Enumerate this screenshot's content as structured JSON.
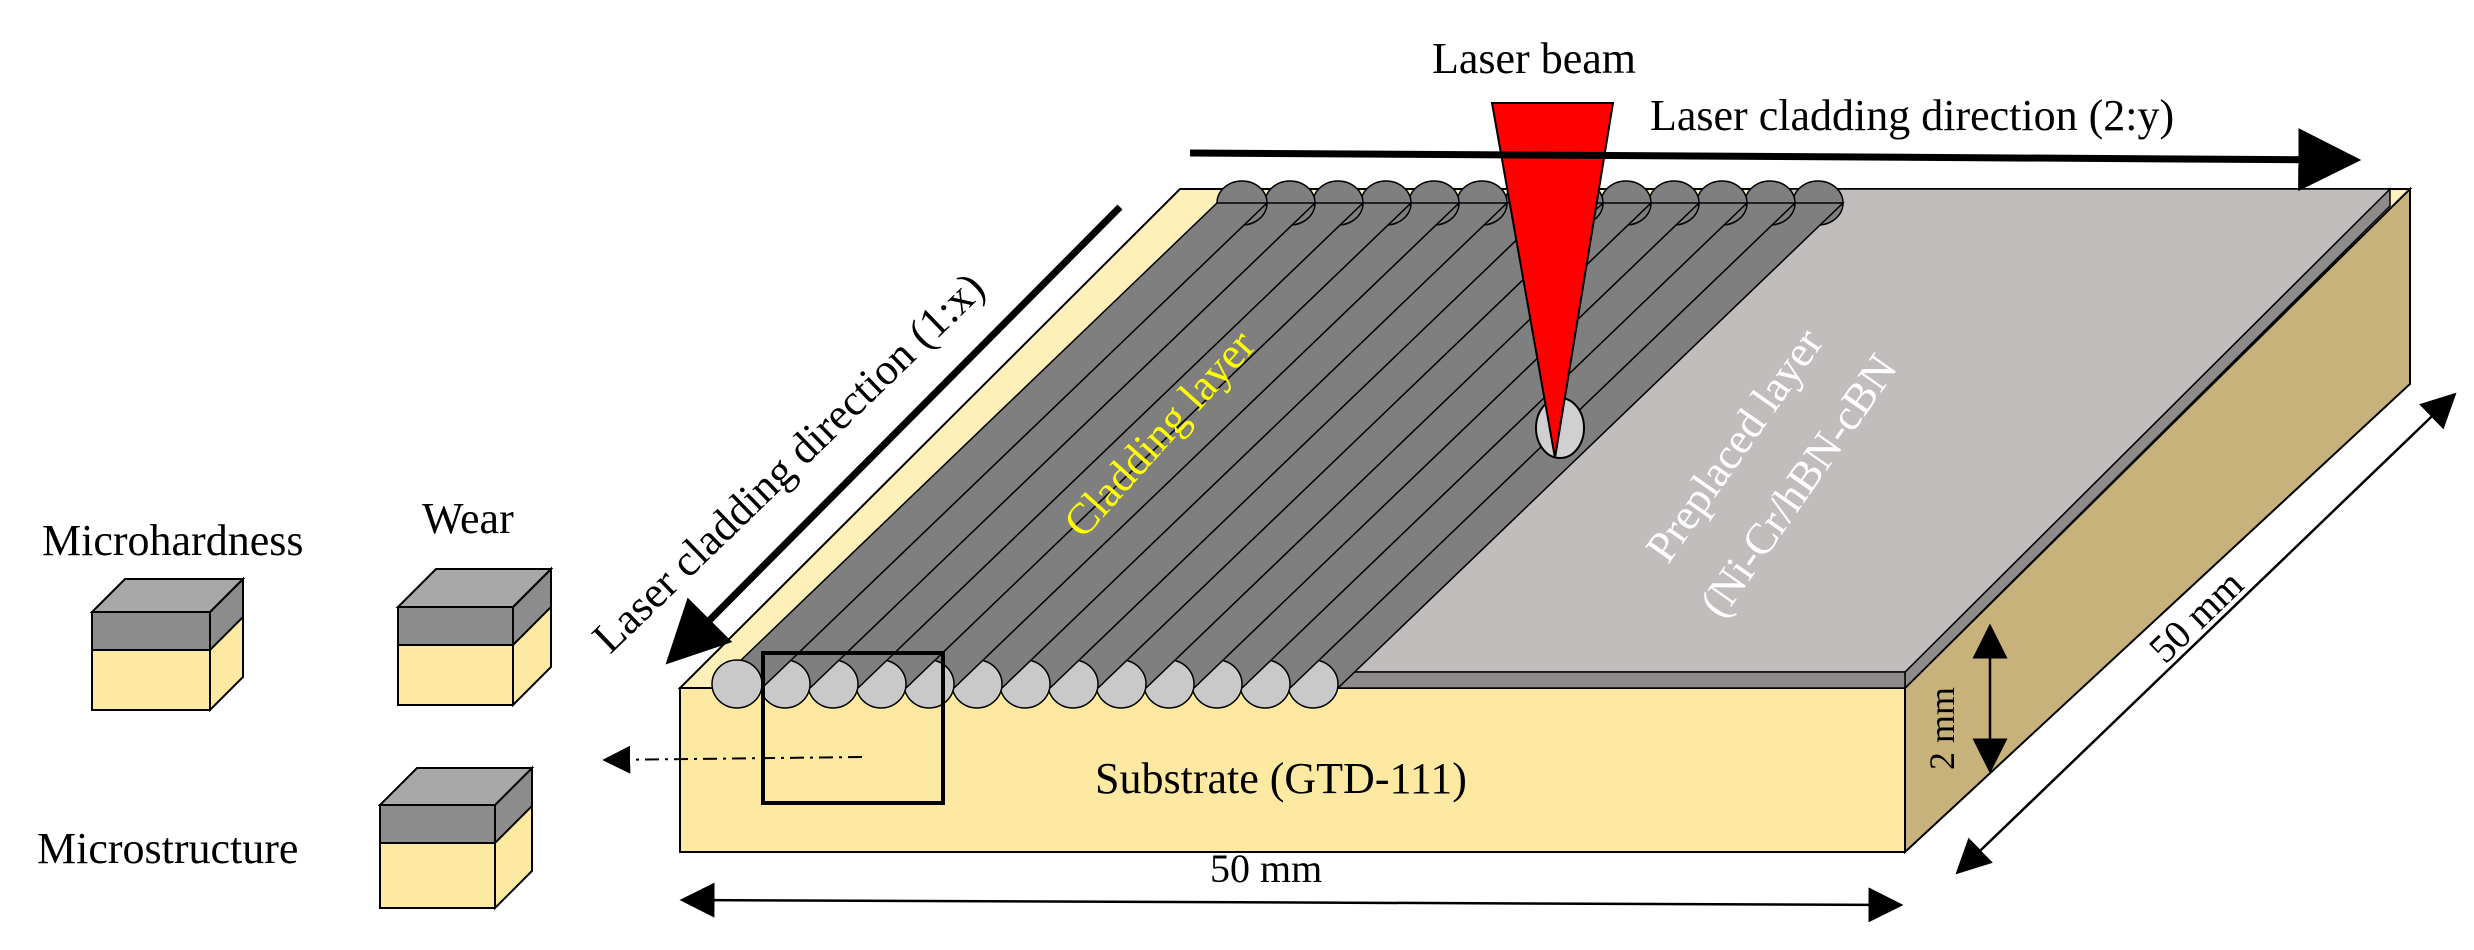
{
  "labels": {
    "laser_beam": "Laser beam",
    "direction_y": "Laser cladding direction (2:y)",
    "direction_x": "Laser cladding direction (1:x)",
    "cladding_layer": "Cladding layer",
    "preplaced_line1": "Preplaced layer",
    "preplaced_line2": "(Ni-Cr/hBN-cBN",
    "substrate": "Substrate (GTD-111)",
    "dim_width": "50 mm",
    "dim_depth": "50 mm",
    "dim_height": "2 mm",
    "microhardness": "Microhardness",
    "wear": "Wear",
    "microstructure": "Microstructure"
  },
  "colors": {
    "substrate_front": "#fde9a2",
    "substrate_side": "#c7b27c",
    "substrate_top": "#ffefb8",
    "preplaced_top": "#c1bdbd",
    "preplaced_side": "#8e8b8b",
    "track_fill": "#7f7f7f",
    "bead_end": "#c9c9c9",
    "laser": "#ff0000",
    "cladding_text": "#ffff00",
    "preplaced_text": "#ffffff",
    "sample_top": "#a8a8a8",
    "sample_coat": "#8c8c8c",
    "sample_base": "#fde9a2"
  },
  "cladding_track_count": 13
}
